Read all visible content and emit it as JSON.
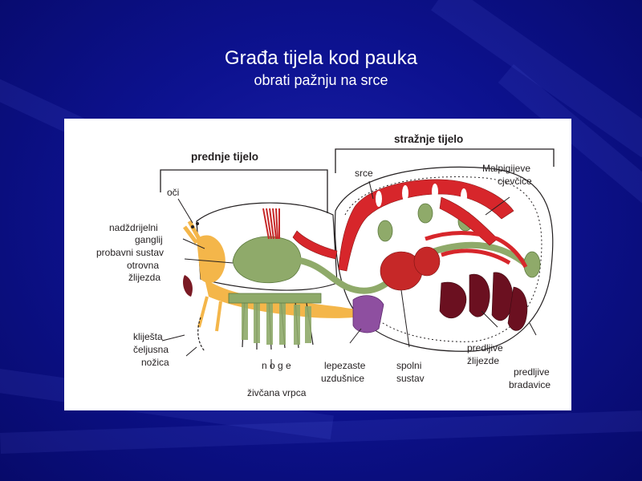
{
  "slide": {
    "title": "Građa tijela kod pauka",
    "subtitle": "obrati pažnju na srce"
  },
  "diagram": {
    "section_front": "prednje  tijelo",
    "section_back": "stražnje tijelo",
    "labels": {
      "eyes": "oči",
      "ganglion_1": "nadždrijelni",
      "ganglion_2": "ganglij",
      "digestive": "probavni sustav",
      "venom_1": "otrovna",
      "venom_2": "žlijezda",
      "chelicerae": "kliješta",
      "pedipalp_1": "čeljusna",
      "pedipalp_2": "nožica",
      "legs": "n o g e",
      "nerve_cord": "živčana vrpca",
      "book_lungs_1": "lepezaste",
      "book_lungs_2": "uzdušnice",
      "reproductive_1": "spolni",
      "reproductive_2": "sustav",
      "heart": "srce",
      "malpighian_1": "Malpigijeve",
      "malpighian_2": "cjevčice",
      "silk_glands_1": "predljive",
      "silk_glands_2": "žlijezde",
      "spinnerets_1": "predljive",
      "spinnerets_2": "bradavice"
    }
  },
  "colors": {
    "background": "#0d1290",
    "gut": "#8faa6a",
    "heart": "#d7262b",
    "nerve": "#f4b64a",
    "gonad": "#c62828",
    "lungs": "#8e4fa0",
    "silk": "#6b1020"
  }
}
